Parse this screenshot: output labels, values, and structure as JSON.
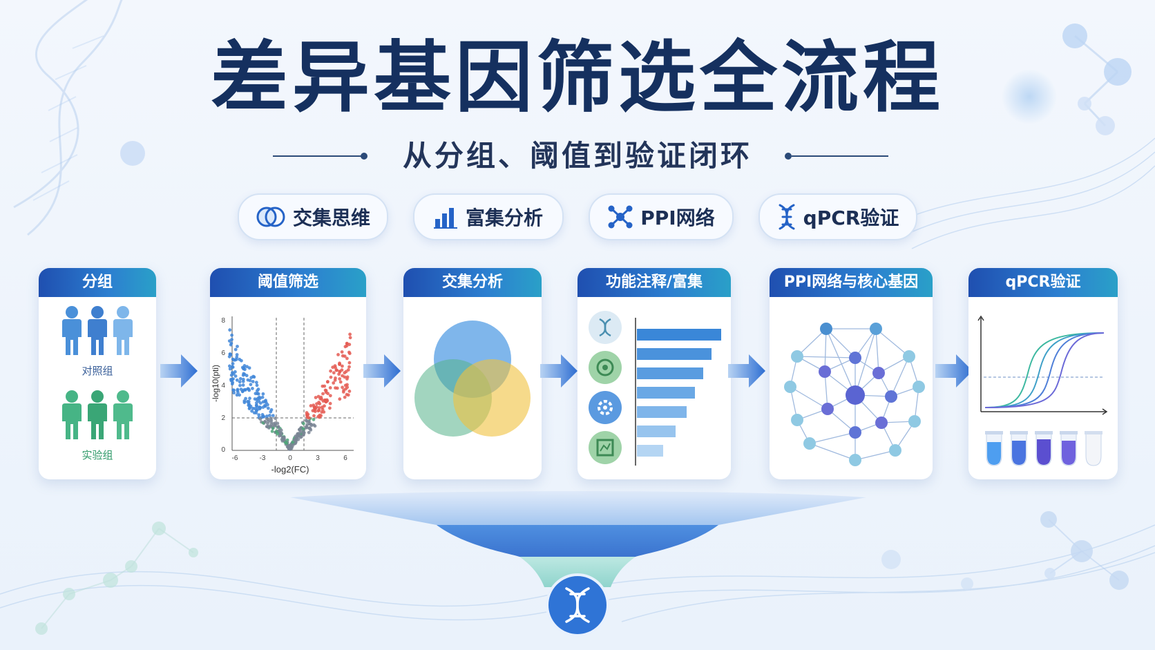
{
  "title": "差异基因筛选全流程",
  "subtitle": "从分组、阈值到验证闭环",
  "tags": [
    {
      "label": "交集思维",
      "icon": "venn-icon"
    },
    {
      "label": "富集分析",
      "icon": "bar-chart-icon"
    },
    {
      "label": "PPI网络",
      "icon": "network-icon"
    },
    {
      "label": "qPCR验证",
      "icon": "dna-icon"
    }
  ],
  "steps": [
    {
      "title": "分组",
      "labels": [
        "对照组",
        "实验组"
      ]
    },
    {
      "title": "阈值筛选",
      "xlabel": "-log2(FC)",
      "ylabel": "-log10(pti)",
      "xticks": [
        "-6",
        "-3",
        "0",
        "3",
        "6"
      ],
      "yticks": [
        "0",
        "2",
        "4",
        "6",
        "8"
      ]
    },
    {
      "title": "交集分析"
    },
    {
      "title": "功能注释/富集"
    },
    {
      "title": "PPI网络与核心基因"
    },
    {
      "title": "qPCR验证"
    }
  ],
  "colors": {
    "title": "#15305f",
    "card_header_start": "#1f4fb0",
    "card_header_end": "#2aa0c8",
    "control_group": "#3f86d4",
    "treatment_group": "#3fae7c"
  }
}
